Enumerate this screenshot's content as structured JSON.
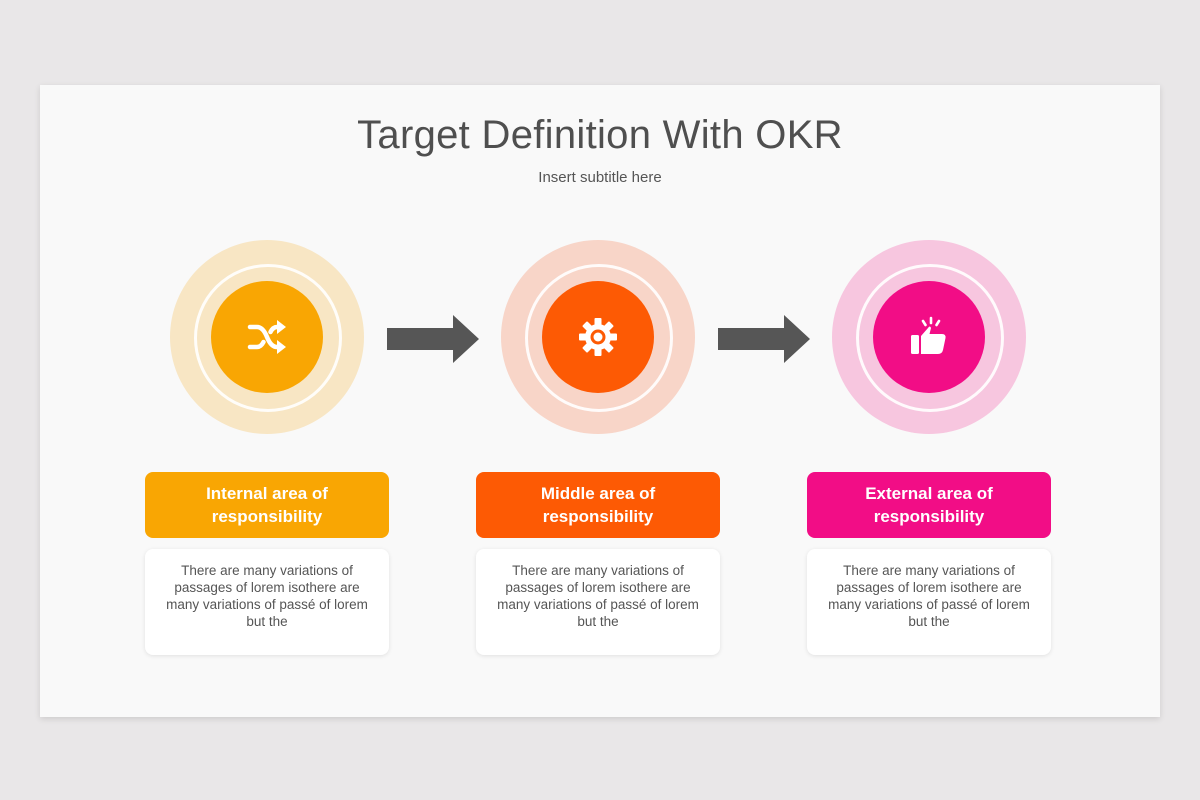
{
  "slide": {
    "title": "Target Definition With OKR",
    "subtitle": "Insert subtitle here"
  },
  "steps": [
    {
      "label": "Internal area of responsibility",
      "description": "There are many variations of passages of lorem isothere are many variations of passé of lorem but the",
      "icon": "shuffle-icon",
      "color": "#f9a603",
      "halo_color": "#f8e6c4"
    },
    {
      "label": "Middle area of responsibility",
      "description": "There are many variations of passages of lorem isothere are many variations of passé of lorem but the",
      "icon": "gear-icon",
      "color": "#fd5a04",
      "halo_color": "#f8d5c8"
    },
    {
      "label": "External area of responsibility",
      "description": "There are many variations of passages of lorem isothere are many variations of passé of lorem but the",
      "icon": "thumbs-up-icon",
      "color": "#f20d86",
      "halo_color": "#f7c6df"
    }
  ],
  "arrow_color": "#565656"
}
